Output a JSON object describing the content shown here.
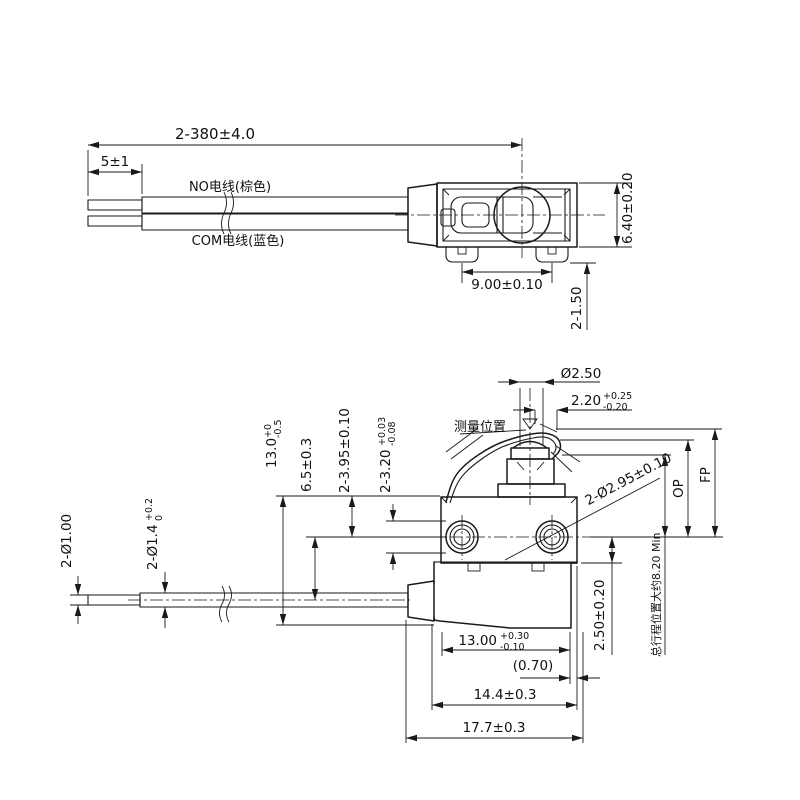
{
  "drawing": {
    "line_color": "#1a1a1a",
    "background_color": "#ffffff",
    "top_view": {
      "dim_wire_length": "2-380±4.0",
      "dim_strip_length": "5±1",
      "label_no_wire": "NO电线(棕色)",
      "label_com_wire": "COM电线(蓝色)",
      "dim_body_height": "6.40±0.20",
      "dim_feet_pitch": "9.00±0.10",
      "dim_feet_thickness": "2-1.50"
    },
    "side_view": {
      "dim_plunger_dia": "Ø2.50",
      "dim_tip_travel": {
        "main": "2.20",
        "sup": "+0.25",
        "sub": "-0.20"
      },
      "label_measure_position": "测量位置",
      "dim_overall_height": {
        "main": "13.0",
        "sup": "+0",
        "sub": "-0.5"
      },
      "dim_wire_offset": "6.5±0.3",
      "dim_hole_from_top": "2-3.95±0.10",
      "dim_hole_boss": {
        "main": "2-3.20",
        "sup": "+0.03",
        "sub": "-0.08"
      },
      "dim_bare_wire_dia": "2-Ø1.00",
      "dim_wire_dia": {
        "main": "2-Ø1.4",
        "sup": "+0.2",
        "sub": "0"
      },
      "dim_mount_holes": "2-Ø2.95±0.10",
      "label_op": "OP",
      "label_fp": "FP",
      "note_travel": "总行程位置大约8.20 Min",
      "dim_base_step": "2.50±0.20",
      "dim_base_width": {
        "main": "13.00",
        "sup": "+0.30",
        "sub": "-0.10"
      },
      "dim_lip": "(0.70)",
      "dim_mid_width": "14.4±0.3",
      "dim_total_width": "17.7±0.3"
    }
  }
}
